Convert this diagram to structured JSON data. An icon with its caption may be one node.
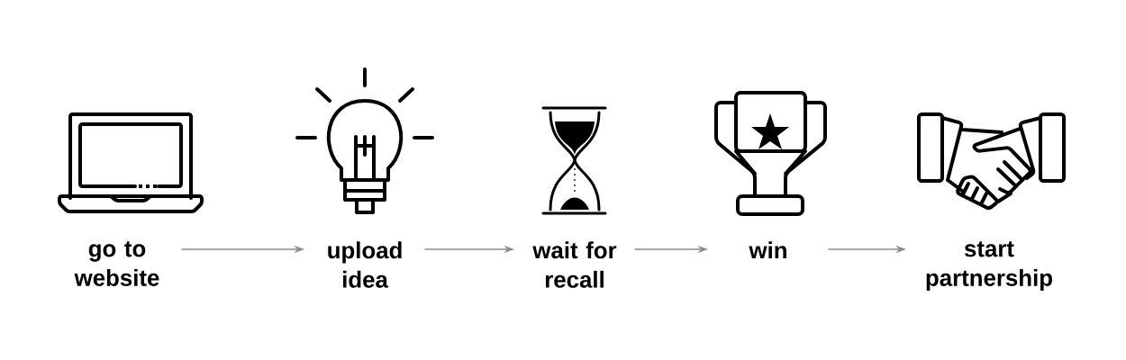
{
  "diagram": {
    "nodes": [
      {
        "text": [
          "go to website"
        ]
      },
      {
        "text": [
          "upload idea"
        ]
      },
      {
        "text": [
          "wait for recall"
        ]
      },
      {
        "text": [
          "win"
        ]
      },
      {
        "text": [
          "start partnership"
        ]
      }
    ],
    "edges": [
      {
        "from": 0,
        "to": 1,
        "arrow": "to"
      },
      {
        "from": 1,
        "to": 2,
        "arrow": "to"
      },
      {
        "from": 2,
        "to": 3,
        "arrow": "to"
      },
      {
        "from": 3,
        "to": 4,
        "arrow": "to"
      }
    ]
  }
}
